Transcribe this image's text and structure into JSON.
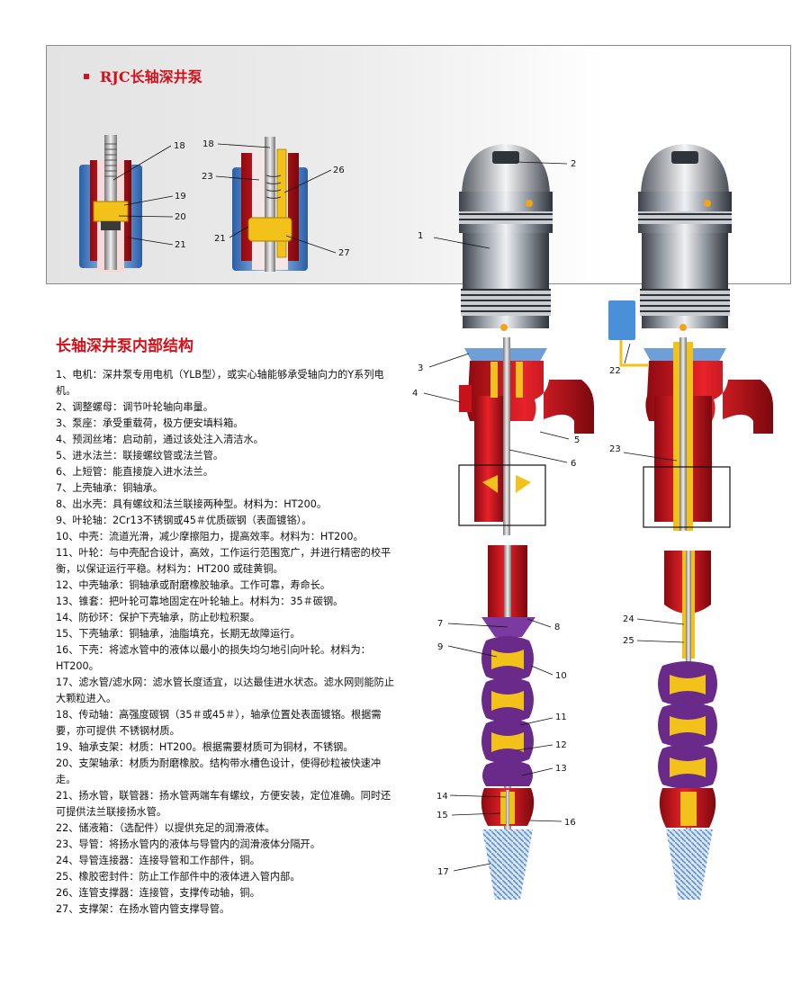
{
  "panel_title": "RJC长轴深井泵",
  "section_heading": "长轴深井泵内部结构",
  "items": [
    "1、电机：深井泵专用电机（YLB型），或实心轴能够承受轴向力的Y系列电机。",
    "2、调整螺母：调节叶轮轴向串量。",
    "3、泵座：承受重载荷，极方便安填料箱。",
    "4、预润丝堵：启动前，通过该处注入清洁水。",
    "5、进水法兰：联接螺纹管或法兰管。",
    "6、上短管：能直接旋入进水法兰。",
    "7、上壳轴承：铜轴承。",
    "8、出水壳：具有螺纹和法兰联接两种型。材料为：HT200。",
    "9、叶轮轴：2Cr13不锈钢或45＃优质碳钢（表面镀铬）。",
    "10、中壳：流道光滑，减少摩擦阻力，提高效率。材料为：HT200。",
    "11、叶轮：与中壳配合设计，高效，工作运行范围宽广，并进行精密的校平衡，以保证运行平稳。材料为：HT200 或硅黄铜。",
    "12、中壳轴承：铜轴承或耐磨橡胶轴承。工作可靠，寿命长。",
    "13、锥套：把叶轮可靠地固定在叶轮轴上。材料为：35＃碳钢。",
    "14、防砂环：保护下壳轴承，防止砂粒积聚。",
    "15、下壳轴承：铜轴承，油脂填充，长期无故障运行。",
    "16、下壳：将滤水管中的液体以最小的损失均匀地引向叶轮。材料为：HT200。",
    "17、滤水管/滤水网：滤水管长度适宜，以达最佳进水状态。滤水网则能防止大颗粒进入。",
    "18、传动轴：高强度碳钢（35＃或45＃），轴承位置处表面镀铬。根据需要，亦可提供 不锈钢材质。",
    "19、轴承支架：材质：HT200。根据需要材质可为铜材，不锈钢。",
    "20、支架轴承：材质为耐磨橡胶。结构带水槽色设计，使得砂粒被快速冲走。",
    "21、扬水管，联管器：扬水管两端车有螺纹，方便安装，定位准确。同时还可提供法兰联接扬水管。",
    "22、储液箱：（选配件）以提供充足的润滑液体。",
    "23、导管：将扬水管内的液体与导管内的润滑液体分隔开。",
    "24、导管连接器：连接导管和工作部件，铜。",
    "25、橡胶密封件：防止工作部件中的液体进入管内部。",
    "26、连管支撑器：连接管，支撑传动轴，铜。",
    "27、支撑架：在扬水管内管支撑导管。"
  ],
  "callouts": {
    "c1": "1",
    "c2": "2",
    "c3": "3",
    "c4": "4",
    "c5": "5",
    "c6": "6",
    "c7": "7",
    "c8": "8",
    "c9": "9",
    "c10": "10",
    "c11": "11",
    "c12": "12",
    "c13": "13",
    "c14": "14",
    "c15": "15",
    "c16": "16",
    "c17": "17",
    "c18a": "18",
    "c18b": "18",
    "c19": "19",
    "c20": "20",
    "c21a": "21",
    "c21b": "21",
    "c22": "22",
    "c23a": "23",
    "c23b": "23",
    "c24": "24",
    "c25": "25",
    "c26": "26",
    "c27": "27"
  },
  "colors": {
    "title_red": "#d4101a",
    "pipe_red": "#d8101c",
    "motor_silver": "#9aa0a8",
    "impeller_purple": "#6a2a8a",
    "bearing_yellow": "#f2c21a",
    "casing_blue": "#6fa8dc",
    "screen_blue": "#8fb6e8"
  }
}
